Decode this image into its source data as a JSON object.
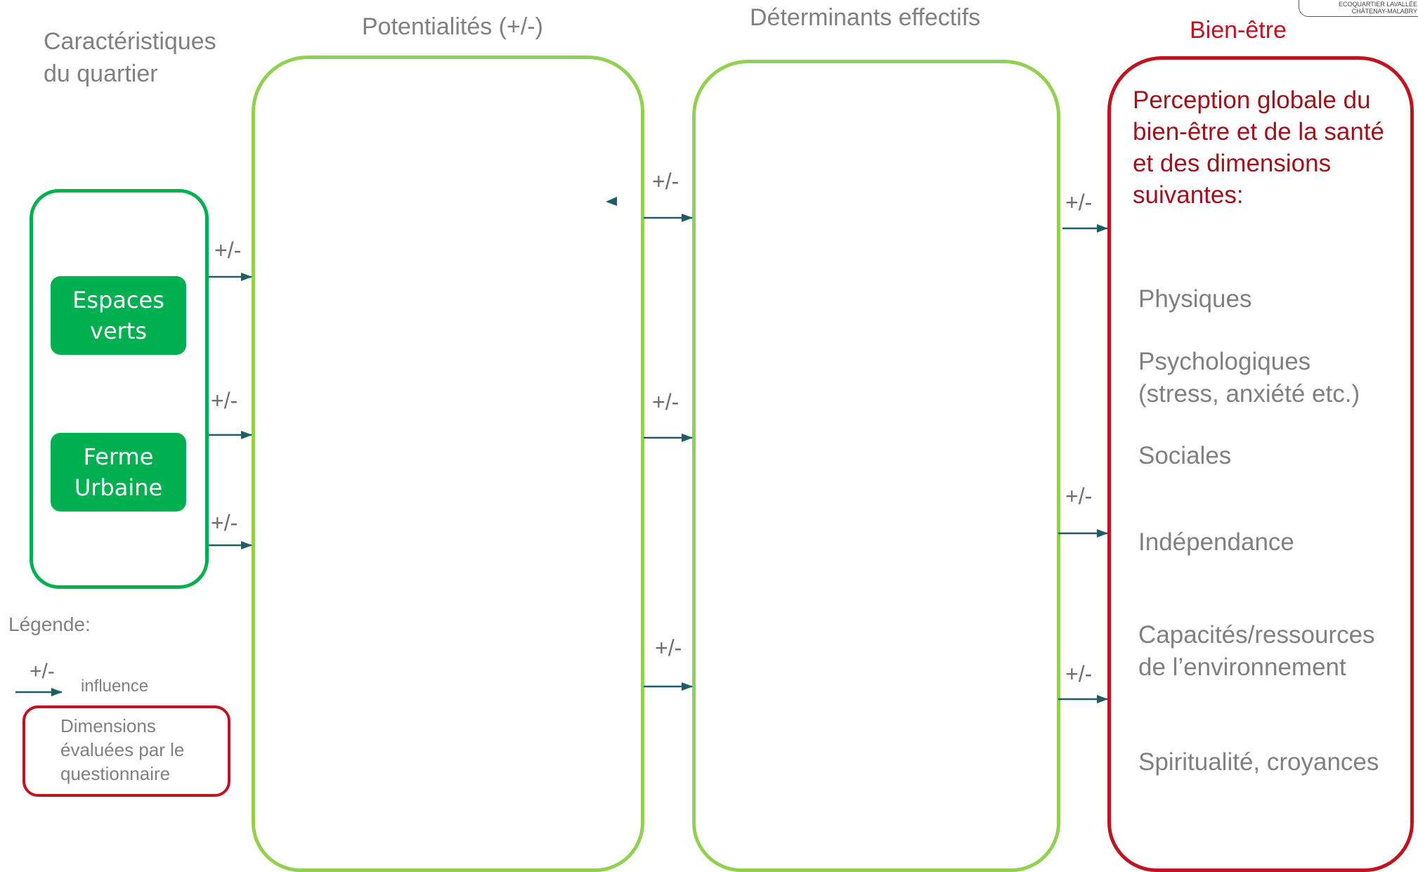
{
  "headers": {
    "quartier": [
      "Caractéristiques",
      "du quartier"
    ],
    "potentialites": "Potentialités (+/-)",
    "determinants": "Déterminants effectifs",
    "bien_etre": "Bien-être"
  },
  "logo": {
    "line1": "ECOQUARTIER LAVALLÉE",
    "line2": "CHÂTENAY-MALABRY"
  },
  "quartier_items": [
    "Espaces verts",
    "Ferme Urbaine"
  ],
  "influence_label": "+/-",
  "bien_etre_box": {
    "heading": [
      "Perception globale du",
      "bien-être et de la santé",
      "et des dimensions",
      "suivantes:"
    ],
    "dimensions": [
      {
        "lines": [
          "Physiques"
        ]
      },
      {
        "lines": [
          "Psychologiques",
          "(stress, anxiété etc.)"
        ]
      },
      {
        "lines": [
          "Sociales"
        ]
      },
      {
        "lines": [
          "Indépendance"
        ]
      },
      {
        "lines": [
          "Capacités/ressources",
          "de l’environnement"
        ]
      },
      {
        "lines": [
          "Spiritualité, croyances"
        ]
      }
    ]
  },
  "legend": {
    "title": "Légende:",
    "influence_symbol": "+/-",
    "influence_text": "influence",
    "box_text": [
      "Dimensions",
      "évaluées par le",
      "questionnaire"
    ]
  },
  "colors": {
    "green_border": "#92d050",
    "dark_green_border": "#00b050",
    "green_fill": "#00b050",
    "red": "#c0121f",
    "arrow": "#1f5c66",
    "gray_text": "#808080"
  }
}
